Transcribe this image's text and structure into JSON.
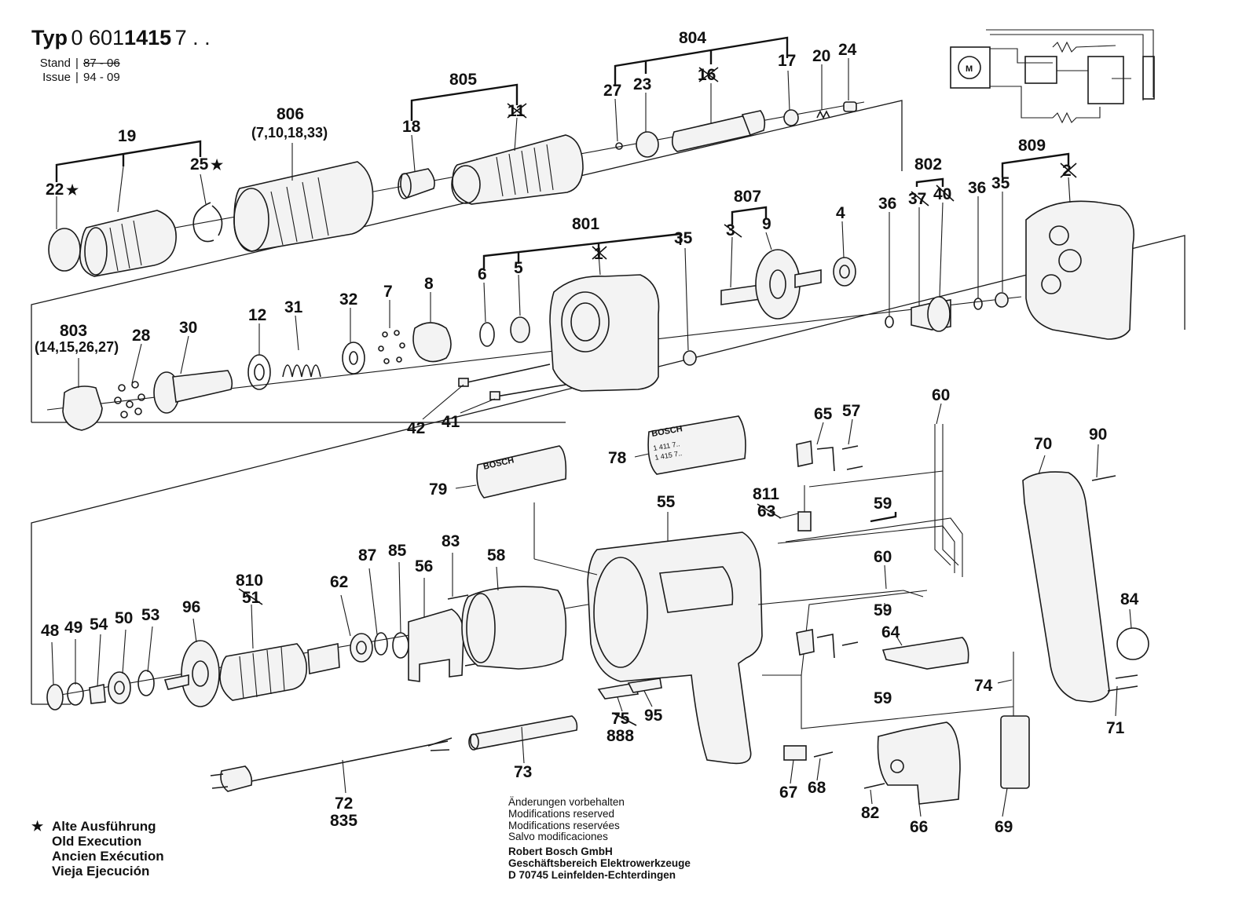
{
  "header": {
    "typ_label": "Typ",
    "typ_number_plain": "0 601",
    "typ_number_bold": "415",
    "typ_number_bold_pre": "1",
    "typ_suffix": "7 . .",
    "stand_label": "Stand",
    "stand_value": "87 - 06",
    "issue_label": "Issue",
    "issue_value": "94 - 09"
  },
  "legend": {
    "symbol": "★",
    "lines": [
      "Alte Ausführung",
      "Old Execution",
      "Ancien Exécution",
      "Vieja Ejecución"
    ]
  },
  "notes": {
    "lines": [
      "Änderungen vorbehalten",
      "Modifications reserved",
      "Modifications reservées",
      "Salvo modificaciones"
    ],
    "company_lines": [
      "Robert Bosch GmbH",
      "Geschäftsbereich Elektrowerkzeuge",
      "D 70745 Leinfelden-Echterdingen"
    ]
  },
  "nameplates": {
    "left_brand": "BOSCH",
    "right_brand": "BOSCH",
    "right_line1": "1 411 7..",
    "right_line2": "1 415 7.."
  },
  "schematic": {
    "motor_symbol": "M"
  },
  "part_numbers": {
    "p804": "804",
    "p805": "805",
    "p806": "806",
    "p806_sub": "(7,10,18,33)",
    "p19": "19",
    "p22": "22",
    "p25": "25",
    "p18": "18",
    "p11": "11",
    "p27": "27",
    "p23": "23",
    "p16": "16",
    "p17": "17",
    "p20": "20",
    "p24": "24",
    "p802": "802",
    "p809": "809",
    "p807": "807",
    "p801": "801",
    "p37": "37",
    "p40": "40",
    "p36a": "36",
    "p36b": "36",
    "p35a": "35",
    "p35b": "35",
    "p2": "2",
    "p3": "3",
    "p9": "9",
    "p4": "4",
    "p1": "1",
    "p6": "6",
    "p5": "5",
    "p803": "803",
    "p803_sub": "(14,15,26,27)",
    "p28": "28",
    "p30": "30",
    "p12": "12",
    "p31": "31",
    "p32": "32",
    "p7": "7",
    "p8": "8",
    "p42": "42",
    "p41": "41",
    "p60a": "60",
    "p60b": "60",
    "p65": "65",
    "p57": "57",
    "p79": "79",
    "p78": "78",
    "p811": "811",
    "p63": "63",
    "p59a": "59",
    "p59b": "59",
    "p59c": "59",
    "p70": "70",
    "p90": "90",
    "p55": "55",
    "p810": "810",
    "p51": "51",
    "p87": "87",
    "p85": "85",
    "p83": "83",
    "p58": "58",
    "p56": "56",
    "p62": "62",
    "p96": "96",
    "p48": "48",
    "p49": "49",
    "p54": "54",
    "p50": "50",
    "p53": "53",
    "p64": "64",
    "p84": "84",
    "p74": "74",
    "p71": "71",
    "p75": "75",
    "p888": "888",
    "p95": "95",
    "p73": "73",
    "p72": "72",
    "p835": "835",
    "p67": "67",
    "p68": "68",
    "p82": "82",
    "p66": "66",
    "p69": "69"
  }
}
